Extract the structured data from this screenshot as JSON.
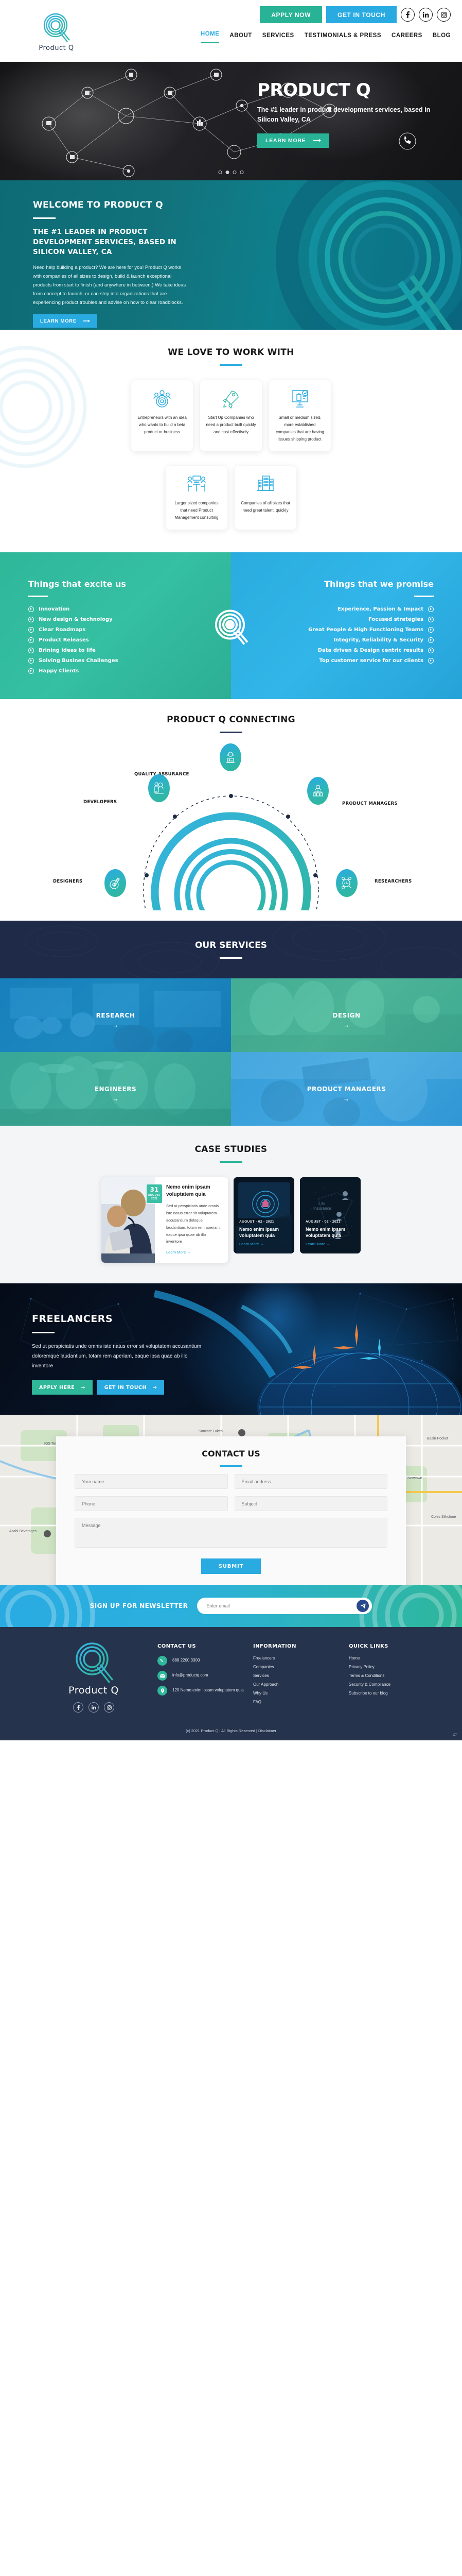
{
  "header": {
    "logo_word": "Product Q",
    "apply_label": "APPLY NOW",
    "touch_label": "GET IN TOUCH",
    "nav": [
      {
        "label": "HOME",
        "active": true
      },
      {
        "label": "ABOUT",
        "active": false
      },
      {
        "label": "SERVICES",
        "active": false
      },
      {
        "label": "TESTIMONIALS & PRESS",
        "active": false
      },
      {
        "label": "CAREERS",
        "active": false
      },
      {
        "label": "BLOG",
        "active": false
      }
    ],
    "social": [
      "facebook-icon",
      "linkedin-icon",
      "instagram-icon"
    ]
  },
  "hero": {
    "title": "PRODUCT Q",
    "subtitle": "The #1 leader in product development services, based in Silicon Valley, CA",
    "cta": "LEARN MORE",
    "slides": 4,
    "active_slide": 2
  },
  "welcome": {
    "title": "WELCOME TO PRODUCT Q",
    "lead": "THE #1 LEADER IN PRODUCT DEVELOPMENT SERVICES, BASED IN SILICON VALLEY, CA",
    "body": "Need help building a product?  We are here for you! Product Q works with companies of all sizes to design, build & launch exceptional products from start to finish (and anywhere in between.)  We take ideas from concept to launch, or can step into organizations that are experiencing product troubles and advise on how to clear roadblocks.",
    "cta": "LEARN MORE"
  },
  "love": {
    "title": "WE LOVE TO WORK WITH",
    "cards_top": [
      {
        "icon": "team-target-icon",
        "text": "Entrepreneurs with an idea who wants to build a beta product or business"
      },
      {
        "icon": "rocket-icon",
        "text": "Start Up Companies who need a product built quickly and cost effectively"
      },
      {
        "icon": "ecommerce-monitor-icon",
        "text": "Small or medium sized, more established companies that are having issues shipping product"
      }
    ],
    "cards_bottom": [
      {
        "icon": "meeting-table-icon",
        "text": "Larger sized companies that need Product Management consulting"
      },
      {
        "icon": "office-building-icon",
        "text": "Companies of all sizes that need great talent, quickly"
      }
    ]
  },
  "excite": {
    "title": "Things that excite us",
    "items": [
      "Innovation",
      "New design & technology",
      "Clear Roadmaps",
      "Product Releases",
      "Brining ideas to life",
      "Solving Busines Challenges",
      "Happy Clients"
    ]
  },
  "promise": {
    "title": "Things that we promise",
    "items": [
      "Experience, Passion & Impact",
      "Focused strategies",
      "Great People & High Functioning Teams",
      "Integrity, Reliability & Security",
      "Data driven & Design centric results",
      "Top customer service for our clients"
    ]
  },
  "connecting": {
    "title": "PRODUCT Q CONNECTING",
    "nodes": [
      {
        "label": "QUALITY ASSURANCE",
        "icon": "support-agent-icon"
      },
      {
        "label": "DEVELOPERS",
        "icon": "developer-gear-icon"
      },
      {
        "label": "PRODUCT MANAGERS",
        "icon": "org-chart-icon"
      },
      {
        "label": "DESIGNERS",
        "icon": "pen-palette-icon"
      },
      {
        "label": "RESEARCHERS",
        "icon": "research-magnifier-icon"
      }
    ]
  },
  "services": {
    "title": "OUR SERVICES",
    "tiles": [
      {
        "label": "RESEARCH"
      },
      {
        "label": "DESIGN"
      },
      {
        "label": "ENGINEERS"
      },
      {
        "label": "PRODUCT MANAGERS"
      }
    ]
  },
  "cases": {
    "title": "CASE STUDIES",
    "featured": {
      "day": "31",
      "month": "AUGUST",
      "year": "2021",
      "title": "Nemo enim ipsam voluptatem quia",
      "body": "Sed ut perspiciatis unde omnis iste natus error sit voluptatem accusantium doloque laudantium, totam rem aperiam, eaque ipsa quae ab illo inventore",
      "link": "Learn More"
    },
    "items": [
      {
        "date": "AUGUST - 02 - 2021",
        "title": "Nemo enim ipsam voluptatem quia",
        "link": "Learn More"
      },
      {
        "date": "AUGUST - 02 - 2021",
        "title": "Nemo enim ipsam voluptatem quia",
        "link": "Learn More"
      }
    ]
  },
  "freelancers": {
    "title": "FREELANCERS",
    "body": "Sed ut perspiciatis unde omnis iste natus error sit voluptatem accusantium doloremque laudantium, totam rem aperiam, eaque ipsa quae ab illo inventore",
    "apply": "APPLY HERE",
    "touch": "GET IN TOUCH"
  },
  "contact": {
    "title": "CONTACT US",
    "name_placeholder": "Your name",
    "email_placeholder": "Email address",
    "phone_placeholder": "Phone",
    "subject_placeholder": "Subject",
    "message_placeholder": "Message",
    "submit": "SUBMIT"
  },
  "newsletter": {
    "title": "SIGN UP FOR NEWSLETTER",
    "placeholder": "Enter email",
    "send_icon": "paper-plane-icon"
  },
  "footer": {
    "logo_word": "Product Q",
    "contact_heading": "CONTACT US",
    "phone": "888 2200 3300",
    "email": "info@productq.com",
    "address": "120 Nemo enim ipsam voluptatem quia",
    "information_heading": "INFORMATION",
    "information": [
      "Freelancers",
      "Companies",
      "Services",
      "Our Approach",
      "Why Us",
      "FAQ"
    ],
    "quick_heading": "QUICK LINKS",
    "quick": [
      "Home",
      "Privacy Policy",
      "Terms & Conditions",
      "Security & Compliance",
      "Subscribe to our blog"
    ],
    "copyright": "(c) 2021 Product Q | All Rights Reserved | Disclaimer",
    "corner": "C7"
  },
  "colors": {
    "teal": "#28b397",
    "blue": "#29abe2",
    "navy": "#26334c",
    "dark_navy": "#1e2a47"
  }
}
